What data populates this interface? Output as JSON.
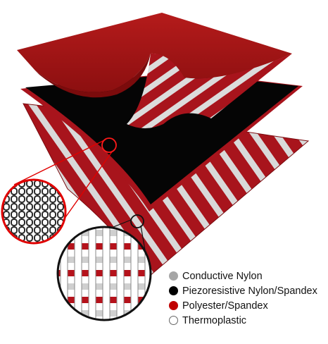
{
  "legend": [
    {
      "label": "Conductive Nylon",
      "color": "#a6a6a6",
      "border": "#a6a6a6"
    },
    {
      "label": "Piezoresistive Nylon/Spandex",
      "color": "#000000",
      "border": "#000000"
    },
    {
      "label": "Polyester/Spandex",
      "color": "#c00000",
      "border": "#c00000"
    },
    {
      "label": "Thermoplastic",
      "color": "#ffffff",
      "border": "#666666"
    }
  ],
  "layers": {
    "top_color": "#a01414",
    "middle_color": "#050505",
    "bottom_color": "#a8141c",
    "stripe_color": "#d9d9d9"
  },
  "icons": {
    "knit_zoom": "knit-mesh-magnifier-icon",
    "weave_zoom": "woven-fabric-magnifier-icon"
  }
}
